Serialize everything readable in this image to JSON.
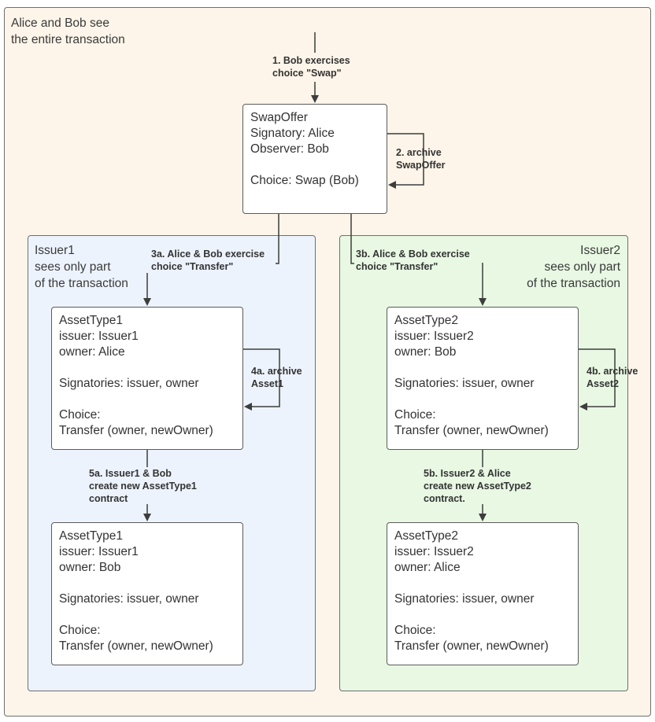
{
  "regions": {
    "outer": {
      "line1": "Alice and Bob see",
      "line2": "the entire transaction"
    },
    "issuer1": {
      "line1": "Issuer1",
      "line2": "sees only part",
      "line3": "of the transaction"
    },
    "issuer2": {
      "line1": "Issuer2",
      "line2": "sees only part",
      "line3": "of the transaction"
    }
  },
  "boxes": {
    "swap_offer": {
      "title": "SwapOffer",
      "signatory": "Signatory: Alice",
      "observer": "Observer: Bob",
      "choice": "Choice: Swap (Bob)"
    },
    "asset1_in": {
      "title": "AssetType1",
      "issuer": "issuer: Issuer1",
      "owner": "owner: Alice",
      "signatories": "Signatories: issuer, owner",
      "choice_label": "Choice:",
      "choice": "Transfer (owner, newOwner)"
    },
    "asset1_out": {
      "title": "AssetType1",
      "issuer": "issuer: Issuer1",
      "owner": "owner: Bob",
      "signatories": "Signatories: issuer, owner",
      "choice_label": "Choice:",
      "choice": "Transfer (owner, newOwner)"
    },
    "asset2_in": {
      "title": "AssetType2",
      "issuer": "issuer: Issuer2",
      "owner": "owner: Bob",
      "signatories": "Signatories: issuer, owner",
      "choice_label": "Choice:",
      "choice": "Transfer (owner, newOwner)"
    },
    "asset2_out": {
      "title": "AssetType2",
      "issuer": "issuer: Issuer2",
      "owner": "owner: Alice",
      "signatories": "Signatories: issuer, owner",
      "choice_label": "Choice:",
      "choice": "Transfer (owner, newOwner)"
    }
  },
  "steps": {
    "s1": {
      "line1": "1. Bob exercises",
      "line2": "choice \"Swap\""
    },
    "s2": {
      "line1": "2. archive",
      "line2": "SwapOffer"
    },
    "s3a": {
      "line1": "3a. Alice & Bob exercise",
      "line2": "choice \"Transfer\""
    },
    "s3b": {
      "line1": "3b. Alice & Bob exercise",
      "line2": "choice \"Transfer\""
    },
    "s4a": {
      "line1": "4a. archive",
      "line2": "Asset1"
    },
    "s4b": {
      "line1": "4b. archive",
      "line2": "Asset2"
    },
    "s5a": {
      "line1": "5a. Issuer1 & Bob",
      "line2": "create new AssetType1",
      "line3": "contract"
    },
    "s5b": {
      "line1": "5b. Issuer2 & Alice",
      "line2": "create new AssetType2",
      "line3": "contract."
    }
  }
}
